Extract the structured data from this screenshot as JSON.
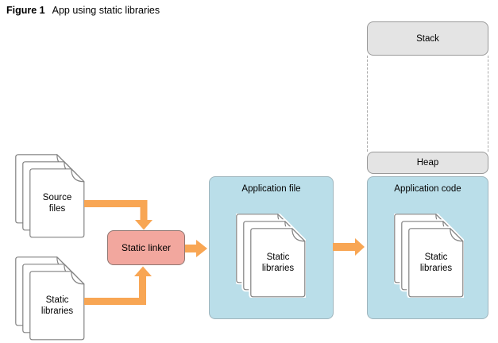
{
  "figure": {
    "label": "Figure 1",
    "caption": "App using static libraries"
  },
  "nodes": {
    "source_files": "Source files",
    "static_libraries_input": "Static libraries",
    "static_linker": "Static linker",
    "application_file": "Application file",
    "application_file_contents": "Static libraries",
    "stack": "Stack",
    "heap": "Heap",
    "application_code": "Application code",
    "application_code_contents": "Static libraries"
  },
  "colors": {
    "arrow_orange": "#F8A654",
    "blue_fill": "#BADEE9",
    "blue_border": "#9FB5BD",
    "gray_fill": "#E4E4E4",
    "gray_border": "#999999",
    "pink_fill": "#F2A79E",
    "pink_border": "#8E7570",
    "document_stroke": "#828282",
    "dashed_line": "#AAAAAA"
  }
}
